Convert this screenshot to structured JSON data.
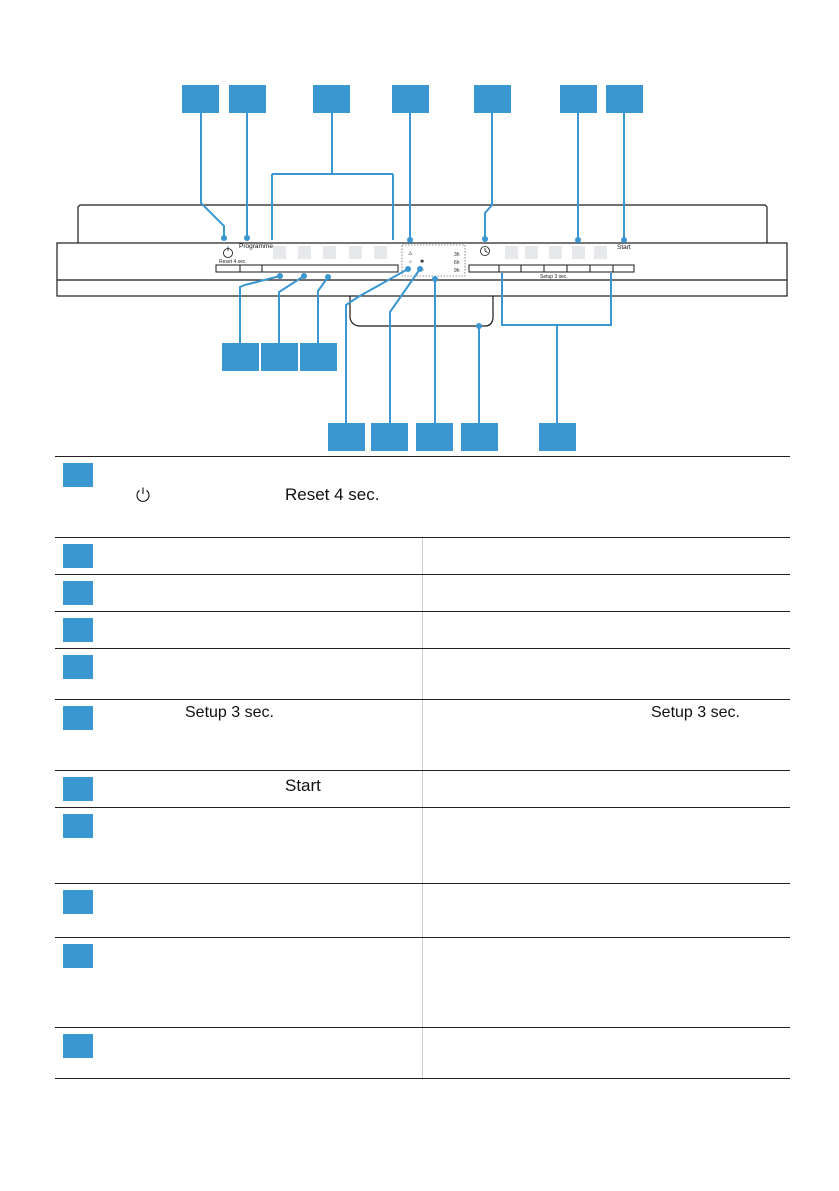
{
  "panel": {
    "label_reset": "Reset 4 sec.",
    "label_programs": "Programme",
    "label_start": "Start",
    "label_setup": "Setup 3 sec.",
    "indicator_values": [
      "3h",
      "6h",
      "9h"
    ]
  },
  "table": {
    "power_symbol": "⏻",
    "row1_text": "Reset 4 sec.",
    "row6_text_left": "Setup 3 sec.",
    "row6_text_right": "Setup 3 sec.",
    "row7_text": "Start"
  },
  "colors": {
    "callout": "#3a97cf",
    "line": "#1a1a1a",
    "key": "#e7e8ec"
  }
}
